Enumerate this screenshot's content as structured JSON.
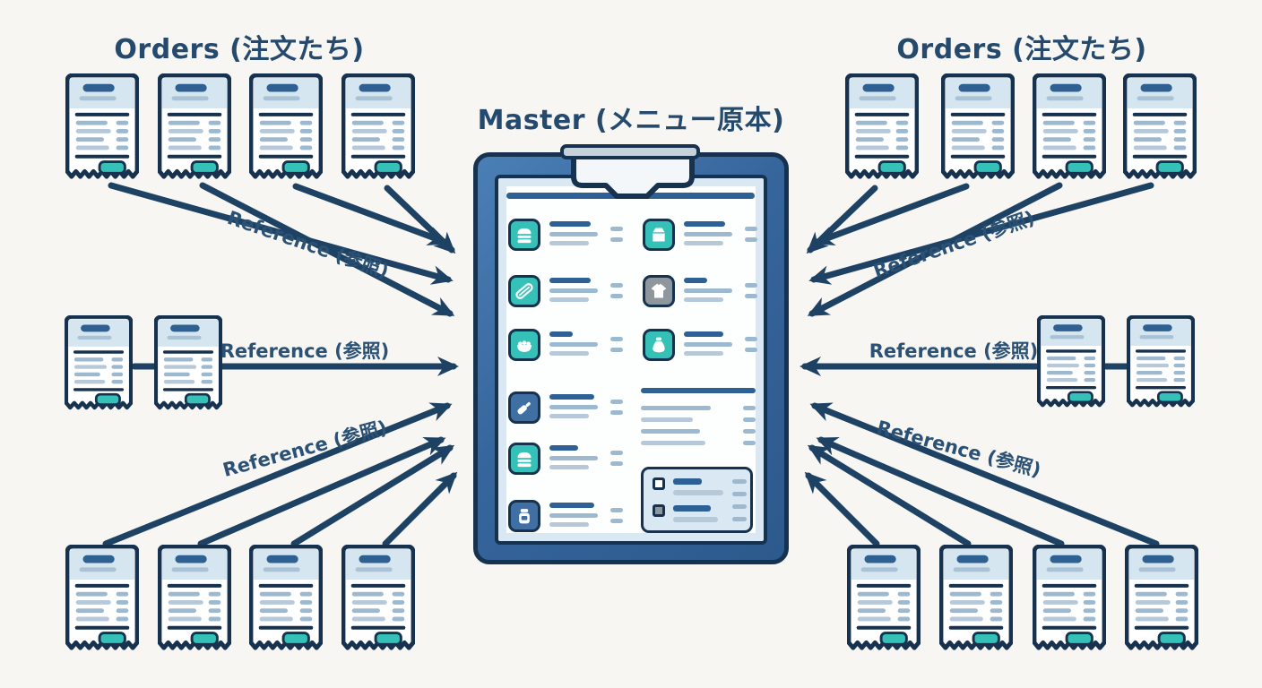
{
  "background": "#f8f6f3",
  "palette": {
    "bg": "#f8f6f3",
    "navy": "#16324e",
    "ink": "#254a6e",
    "label": "#2b5175",
    "arrow": "#1e4264",
    "frame_blue": "#36659c",
    "paper": "#fdfefe",
    "paper_mat": "#d9e8f2",
    "light_blue": "#d5e6f1",
    "line_gray": "#9db9cf",
    "line_gray_light": "#b7c9d8",
    "bar_blue": "#2d6094",
    "teal": "#35c1b8",
    "tile_blue": "#3f6fa3",
    "tile_gray": "#8f979e",
    "header_pill": "#2e6091",
    "clip_metal": "#c7d1da"
  },
  "titles": {
    "orders": "Orders (注文たち)",
    "master": "Master (メニュー原本)"
  },
  "arrow_label": "Reference (参照)",
  "receipt_groups": [
    {
      "id": "top-left",
      "count": 4
    },
    {
      "id": "mid-left",
      "count": 2
    },
    {
      "id": "bottom-left",
      "count": 4
    },
    {
      "id": "top-right",
      "count": 4
    },
    {
      "id": "mid-right",
      "count": 2
    },
    {
      "id": "bottom-right",
      "count": 4
    }
  ],
  "menu": {
    "left_items": [
      {
        "icon": "burger",
        "tile": "teal",
        "title_w": 46
      },
      {
        "icon": "hotdog",
        "tile": "teal",
        "title_w": 46
      },
      {
        "icon": "bowl",
        "tile": "teal",
        "title_w": 26
      },
      {
        "icon": "bottle",
        "tile": "blue",
        "title_w": 50
      },
      {
        "icon": "burger",
        "tile": "teal",
        "title_w": 32
      },
      {
        "icon": "jar",
        "tile": "blue",
        "title_w": 50
      }
    ],
    "right_items": [
      {
        "icon": "milk-carton",
        "tile": "teal",
        "title_w": 46
      },
      {
        "icon": "t-shirt",
        "tile": "gray",
        "title_w": 26
      },
      {
        "icon": "bag",
        "tile": "teal",
        "title_w": 44
      }
    ]
  }
}
